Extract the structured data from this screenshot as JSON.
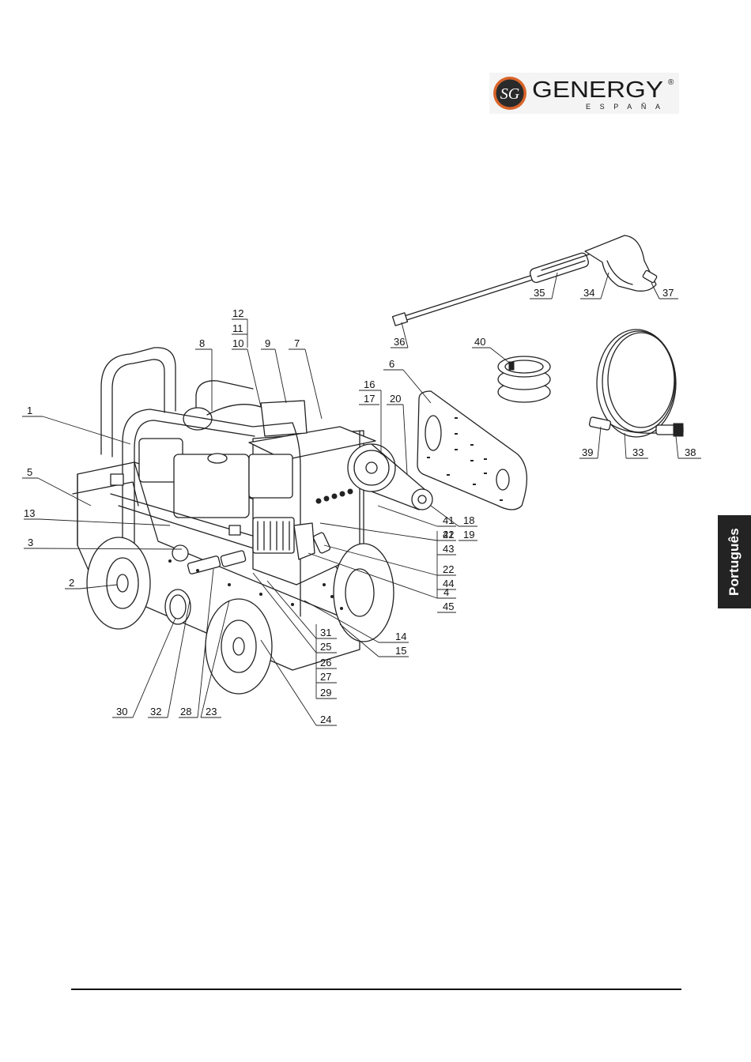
{
  "header": {
    "brand_monogram": "SG",
    "brand_name": "GENERGY",
    "brand_mark": "®",
    "brand_sub": "ESPAÑA"
  },
  "side_tab": {
    "label": "Português"
  },
  "parts": [
    {
      "id": "p1",
      "label": "1"
    },
    {
      "id": "p2",
      "label": "2"
    },
    {
      "id": "p3",
      "label": "3"
    },
    {
      "id": "p4",
      "label": "4"
    },
    {
      "id": "p5",
      "label": "5"
    },
    {
      "id": "p6",
      "label": "6"
    },
    {
      "id": "p7",
      "label": "7"
    },
    {
      "id": "p8",
      "label": "8"
    },
    {
      "id": "p9",
      "label": "9"
    },
    {
      "id": "p10",
      "label": "10"
    },
    {
      "id": "p11",
      "label": "11"
    },
    {
      "id": "p12",
      "label": "12"
    },
    {
      "id": "p13",
      "label": "13"
    },
    {
      "id": "p14",
      "label": "14"
    },
    {
      "id": "p15",
      "label": "15"
    },
    {
      "id": "p16",
      "label": "16"
    },
    {
      "id": "p17",
      "label": "17"
    },
    {
      "id": "p18",
      "label": "18"
    },
    {
      "id": "p19",
      "label": "19"
    },
    {
      "id": "p20",
      "label": "20"
    },
    {
      "id": "p21",
      "label": "21"
    },
    {
      "id": "p22",
      "label": "22"
    },
    {
      "id": "p23",
      "label": "23"
    },
    {
      "id": "p24",
      "label": "24"
    },
    {
      "id": "p25",
      "label": "25"
    },
    {
      "id": "p26",
      "label": "26"
    },
    {
      "id": "p27",
      "label": "27"
    },
    {
      "id": "p28",
      "label": "28"
    },
    {
      "id": "p29",
      "label": "29"
    },
    {
      "id": "p30",
      "label": "30"
    },
    {
      "id": "p31",
      "label": "31"
    },
    {
      "id": "p32",
      "label": "32"
    },
    {
      "id": "p33",
      "label": "33"
    },
    {
      "id": "p34",
      "label": "34"
    },
    {
      "id": "p35",
      "label": "35"
    },
    {
      "id": "p36",
      "label": "36"
    },
    {
      "id": "p37",
      "label": "37"
    },
    {
      "id": "p38",
      "label": "38"
    },
    {
      "id": "p39",
      "label": "39"
    },
    {
      "id": "p40",
      "label": "40"
    },
    {
      "id": "p41",
      "label": "41"
    },
    {
      "id": "p42",
      "label": "42"
    },
    {
      "id": "p43",
      "label": "43"
    },
    {
      "id": "p44",
      "label": "44"
    },
    {
      "id": "p45",
      "label": "45"
    }
  ],
  "colors": {
    "logo_ring": "#d9642a",
    "tab_bg": "#232323"
  }
}
